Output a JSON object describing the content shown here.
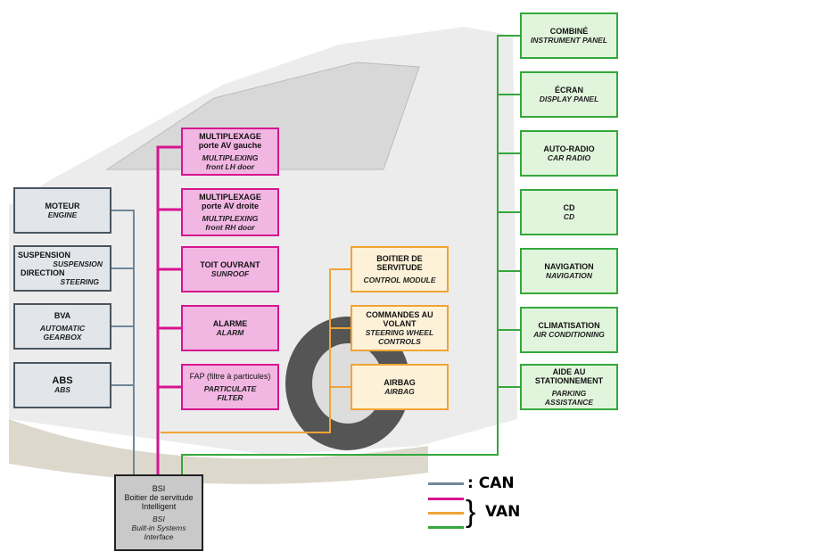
{
  "colors": {
    "can": "#6f8799",
    "pink": "#d6158f",
    "orange": "#f0a435",
    "green": "#34a83c"
  },
  "can_modules": [
    {
      "fr": "MOTEUR",
      "en": "ENGINE"
    },
    {
      "fr": "SUSPENSION",
      "en": "SUSPENSION",
      "fr2": "DIRECTION",
      "en2": "STEERING"
    },
    {
      "fr": "BVA",
      "en": "AUTOMATIC GEARBOX"
    },
    {
      "fr": "ABS",
      "en": "ABS"
    }
  ],
  "pink_modules": [
    {
      "fr": "MULTIPLEXAGE porte AV gauche",
      "en": "MULTIPLEXING front LH door"
    },
    {
      "fr": "MULTIPLEXAGE porte AV droite",
      "en": "MULTIPLEXING front RH door"
    },
    {
      "fr": "TOIT OUVRANT",
      "en": "SUNROOF"
    },
    {
      "fr": "ALARME",
      "en": "ALARM"
    },
    {
      "fr": "FAP (filtre à particules)",
      "en": "PARTICULATE FILTER"
    }
  ],
  "orange_modules": [
    {
      "fr": "BOITIER DE SERVITUDE",
      "en": "CONTROL MODULE"
    },
    {
      "fr": "COMMANDES AU VOLANT",
      "en": "STEERING WHEEL CONTROLS"
    },
    {
      "fr": "AIRBAG",
      "en": "AIRBAG"
    }
  ],
  "green_modules": [
    {
      "fr": "COMBINÉ",
      "en": "INSTRUMENT PANEL"
    },
    {
      "fr": "ÉCRAN",
      "en": "DISPLAY PANEL"
    },
    {
      "fr": "AUTO-RADIO",
      "en": "CAR RADIO"
    },
    {
      "fr": "CD",
      "en": "CD"
    },
    {
      "fr": "NAVIGATION",
      "en": "NAVIGATION"
    },
    {
      "fr": "CLIMATISATION",
      "en": "AIR CONDITIONING"
    },
    {
      "fr": "AIDE AU STATIONNEMENT",
      "en": "PARKING ASSISTANCE"
    }
  ],
  "bsi": {
    "fr1": "BSI",
    "fr2": "Boitier de servitude Intelligent",
    "en1": "BSI",
    "en2": "Built-in Systems Interface"
  },
  "legend": {
    "can": ": CAN",
    "van": "VAN"
  }
}
